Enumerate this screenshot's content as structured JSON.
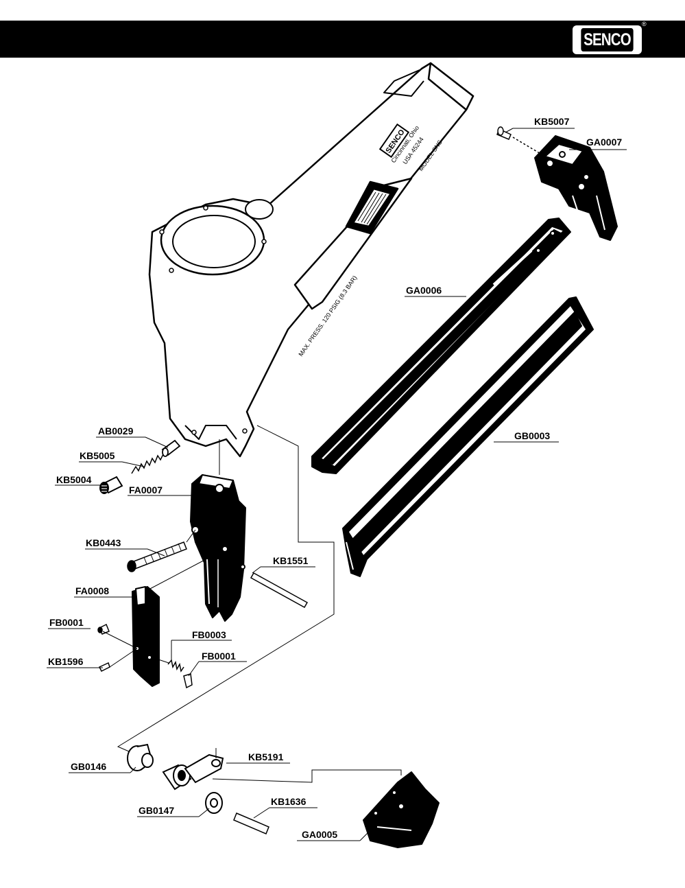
{
  "brand": {
    "logo_text": "SENCO",
    "registered_mark": "®"
  },
  "tool_markings": {
    "logo": "SENCO",
    "city": "Cincinnati, Ohio",
    "zip": "USA 45244",
    "model": "MODEL SNS",
    "pressure": "MAX. PRESS. 120 PSIG (8.3 BAR)"
  },
  "parts": [
    {
      "id": "KB5007"
    },
    {
      "id": "GA0007"
    },
    {
      "id": "GA0006"
    },
    {
      "id": "GB0003"
    },
    {
      "id": "AB0029"
    },
    {
      "id": "KB5005"
    },
    {
      "id": "KB5004"
    },
    {
      "id": "FA0007"
    },
    {
      "id": "KB0443"
    },
    {
      "id": "KB1551"
    },
    {
      "id": "FA0008"
    },
    {
      "id": "FB0001"
    },
    {
      "id": "FB0003"
    },
    {
      "id": "KB1596"
    },
    {
      "id": "FB0001"
    },
    {
      "id": "GB0146"
    },
    {
      "id": "KB5191"
    },
    {
      "id": "GB0147"
    },
    {
      "id": "KB1636"
    },
    {
      "id": "GA0005"
    }
  ],
  "colors": {
    "ink": "#000000",
    "paper": "#ffffff"
  }
}
